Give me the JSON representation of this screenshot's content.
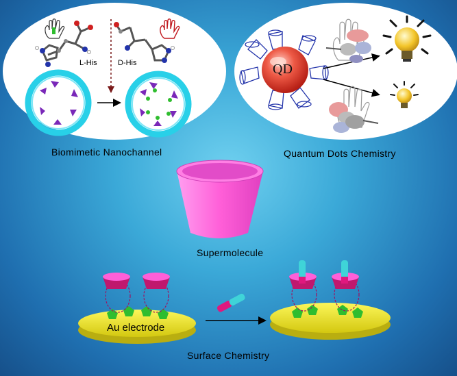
{
  "labels": {
    "biomimetic": "Biomimetic Nanochannel",
    "quantum": "Quantum Dots Chemistry",
    "supermolecule": "Supermolecule",
    "surface": "Surface Chemistry",
    "l_his": "L-His",
    "d_his": "D-His",
    "qd": "QD",
    "au_electrode": "Au electrode"
  },
  "colors": {
    "background_center": "#6fd0ef",
    "background_edge": "#16508a",
    "ellipse_fill": "#ffffff",
    "cup_pink": "#ff6fe0",
    "cup_dark": "#c0186e",
    "electrode_yellow": "#f2ee2a",
    "ring_cyan": "#28d0e8",
    "qd_red": "#e8402e",
    "green_pentagon": "#2fbd2f",
    "purple_triangle": "#7a28b8"
  },
  "icons": [
    "hand-icon",
    "molecule-icon",
    "light-bulb-icon",
    "arrow-icon"
  ]
}
